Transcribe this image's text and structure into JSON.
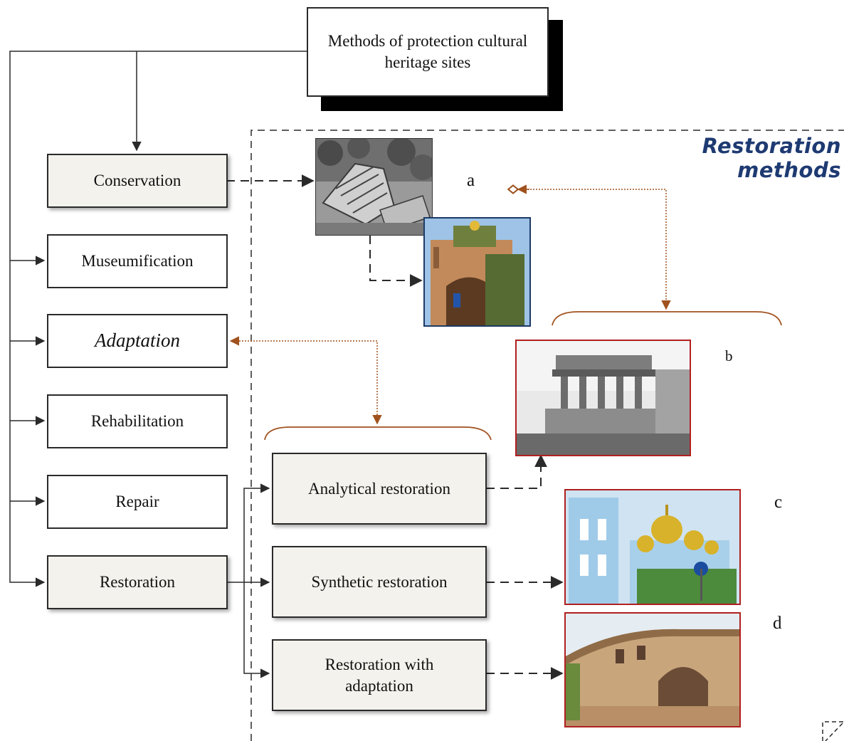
{
  "header": {
    "title": "Methods of protection cultural heritage sites"
  },
  "left_methods": [
    {
      "label": "Conservation"
    },
    {
      "label": "Museumification"
    },
    {
      "label": "Adaptation"
    },
    {
      "label": "Rehabilitation"
    },
    {
      "label": "Repair"
    },
    {
      "label": "Restoration"
    }
  ],
  "restoration_group": {
    "title": "Restoration methods"
  },
  "restoration_methods": [
    {
      "label": "Analytical restoration"
    },
    {
      "label": "Synthetic restoration"
    },
    {
      "label": "Restoration with adaptation"
    }
  ],
  "photo_labels": {
    "a": "a",
    "b": "b",
    "c": "c",
    "d": "d"
  },
  "colors": {
    "line": "#2a2a2a",
    "accent_brown": "#a0521e",
    "title_blue": "#1e3a72",
    "photo_border_red": "#b02020",
    "photo_border_blue": "#1d3a66"
  }
}
